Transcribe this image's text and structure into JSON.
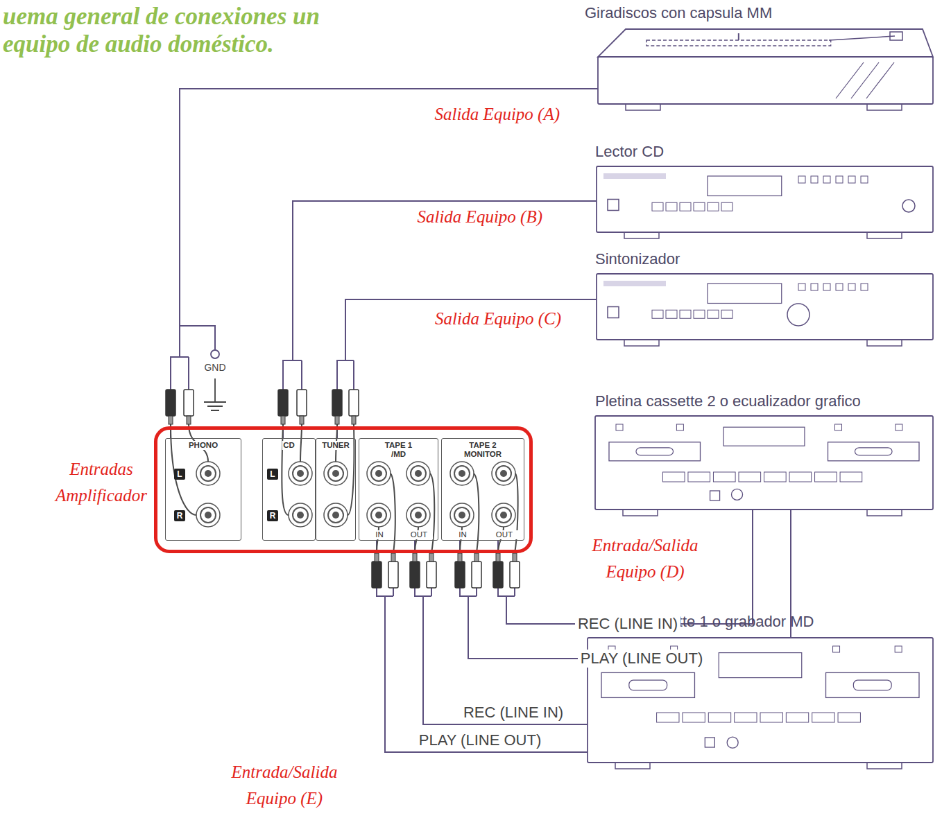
{
  "diagram": {
    "title": "uema general de conexiones un equipo de audio doméstico.",
    "nodes": [
      {
        "text": [
          "Giradiscos con capsula MM"
        ]
      },
      {
        "text": [
          "Lector CD"
        ]
      },
      {
        "text": [
          "Sintonizador"
        ]
      },
      {
        "text": [
          "Pletina cassette 2 o ecualizador grafico"
        ]
      },
      {
        "text": [
          "Pletina cassette 1 o grabador MD"
        ]
      },
      {
        "text": [
          "Entradas Amplificador"
        ]
      },
      {
        "text": [
          "PHONO",
          "L",
          "R"
        ],
        "in": 5
      },
      {
        "text": [
          "CD",
          "L",
          "R"
        ],
        "in": 5
      },
      {
        "text": [
          "TUNER"
        ],
        "in": 5
      },
      {
        "text": [
          "TAPE 1 /MD",
          "IN",
          "OUT"
        ],
        "in": 5
      },
      {
        "text": [
          "TAPE 2 MONITOR",
          "IN",
          "OUT"
        ],
        "in": 5
      }
    ],
    "edges": [
      {
        "from": 0,
        "to": 6,
        "label": "Salida Equipo (A)",
        "arrow": "none"
      },
      {
        "from": 1,
        "to": 7,
        "label": "Salida Equipo (B)",
        "arrow": "none"
      },
      {
        "from": 2,
        "to": 8,
        "label": "Salida Equipo (C)",
        "arrow": "none"
      },
      {
        "from": 10,
        "to": 3,
        "label": "REC (LINE IN)",
        "arrow": "none"
      },
      {
        "from": 3,
        "to": 10,
        "label": "PLAY (LINE OUT)",
        "arrow": "none"
      },
      {
        "from": 9,
        "to": 4,
        "label": "REC (LINE IN)",
        "arrow": "none"
      },
      {
        "from": 4,
        "to": 9,
        "label": "PLAY (LINE OUT)",
        "arrow": "none"
      }
    ],
    "labels": [
      "Entrada/Salida Equipo (D)",
      "Entrada/Salida Equipo (E)",
      "GND"
    ]
  }
}
